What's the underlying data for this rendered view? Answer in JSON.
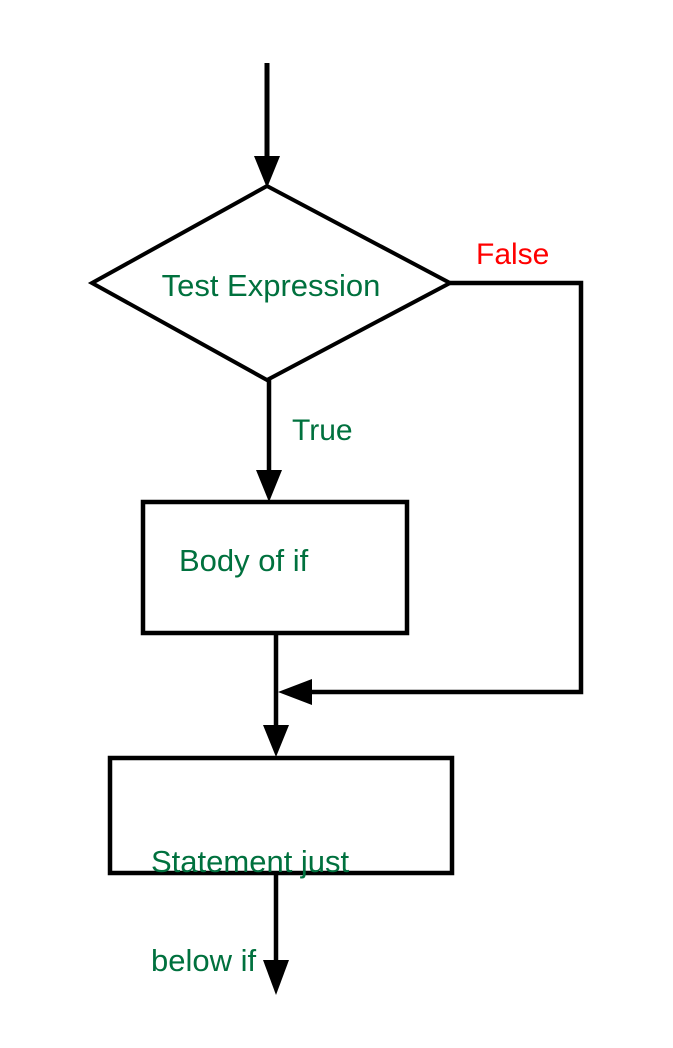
{
  "diagram": {
    "type": "flowchart",
    "topic": "if statement control flow",
    "nodes": {
      "decision": {
        "shape": "diamond",
        "label": "Test Expression"
      },
      "body": {
        "shape": "rectangle",
        "label": "Body of if"
      },
      "statement": {
        "shape": "rectangle",
        "lines": [
          "Statement just",
          "below if"
        ]
      }
    },
    "edges": {
      "entry": {
        "from": "start",
        "to": "decision",
        "label": ""
      },
      "true_branch": {
        "from": "decision",
        "to": "body",
        "label": "True"
      },
      "false_branch": {
        "from": "decision",
        "to": "statement",
        "label": "False"
      },
      "body_to_statement": {
        "from": "body",
        "to": "statement",
        "label": ""
      },
      "exit": {
        "from": "statement",
        "to": "end",
        "label": ""
      }
    },
    "colors": {
      "node_text_green": "#00713E",
      "false_label_red": "#FF0000",
      "line_black": "#000000",
      "background_white": "#FFFFFF"
    }
  }
}
